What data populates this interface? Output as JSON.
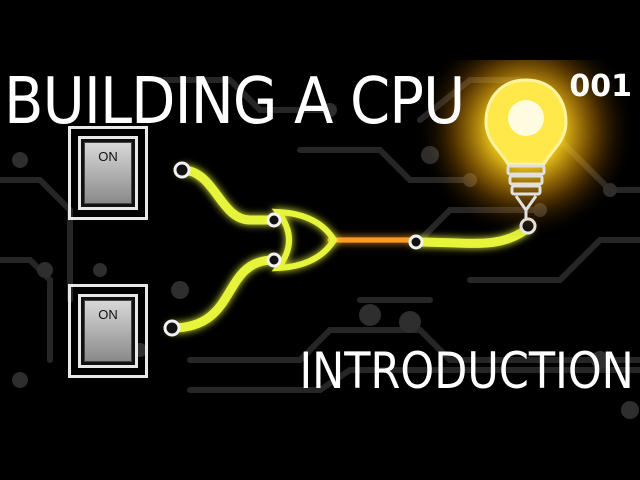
{
  "title": "BUILDING A CPU",
  "episode": "001",
  "subtitle": "INTRODUCTION",
  "switches": [
    {
      "label": "ON"
    },
    {
      "label": "ON"
    }
  ],
  "colors": {
    "background": "#000000",
    "wire_glow": "#e6f53a",
    "bulb_glow": "#ffd21a",
    "text": "#ffffff",
    "circuit": "#2a2a2a"
  },
  "icons": [
    "toggle-switch-icon",
    "light-bulb-icon",
    "or-gate-icon"
  ]
}
